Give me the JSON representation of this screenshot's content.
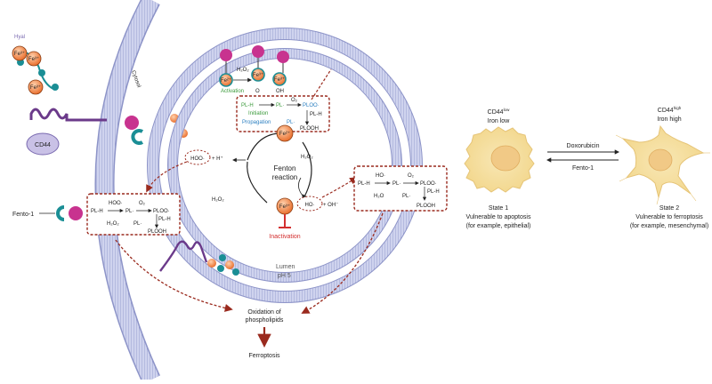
{
  "labels": {
    "hyal": "Hyal",
    "cd44": "CD44",
    "cytosol": "Cytosol",
    "fento1_left": "Fento-1",
    "lumen": "Lumen",
    "ph": "pH 5",
    "oxidation_l1": "Oxidation of",
    "oxidation_l2": "phospholipids",
    "ferroptosis": "Ferroptosis",
    "fenton_l1": "Fenton",
    "fenton_l2": "reaction",
    "inactivation": "Inactivation",
    "activation": "Activation",
    "initiation": "Initiation",
    "propagation": "Propagation",
    "h2o2": "H₂O₂",
    "o2": "O₂",
    "h2o": "H₂O",
    "pl_h": "PL-H",
    "pl_rad": "PL·",
    "ploo_rad": "PLOO·",
    "plooh": "PLOOH",
    "hoo_rad": "HOO·",
    "h_plus": "+ H⁺",
    "ho_rad": "HO·",
    "oh_minus": "+ OH⁻",
    "fe2": "Fe²⁺",
    "fe3": "Fe³⁺",
    "o_label": "O",
    "oh_label": "OH"
  },
  "states": {
    "state1": {
      "marker_base": "CD44",
      "marker_sup": "low",
      "iron": "Iron low",
      "title": "State 1",
      "desc1": "Vulnerable to apoptosis",
      "desc2": "(for example, epithelial)"
    },
    "state2": {
      "marker_base": "CD44",
      "marker_sup": "high",
      "iron": "Iron high",
      "title": "State 2",
      "desc1": "Vulnerable to ferroptosis",
      "desc2": "(for example, mesenchymal)"
    },
    "forward": "Doxorubicin",
    "reverse": "Fento-1"
  },
  "colors": {
    "membrane": "#b9bfe0",
    "membrane_stroke": "#8d94c8",
    "arrow_red": "#9a2a1e",
    "fe_orange": "#f08a4b",
    "magenta": "#c8338f",
    "teal": "#1a8e95",
    "cd44": "#c9c1e6",
    "cell_yellow": "#f6e2a6",
    "activation_green": "#3b9a3b",
    "propagation_blue": "#2b7fc0",
    "inactivation_red": "#d32f2f"
  }
}
